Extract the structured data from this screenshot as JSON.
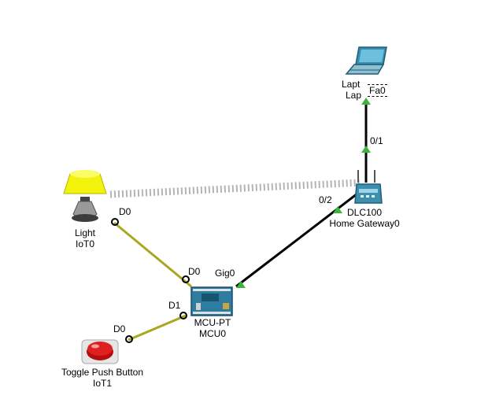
{
  "devices": {
    "laptop": {
      "name_line1": "Lapt",
      "name_line2": "Lap",
      "icon": "laptop-icon"
    },
    "gateway": {
      "model": "DLC100",
      "name": "Home Gateway0",
      "icon": "home-gateway-icon"
    },
    "light": {
      "model": "Light",
      "name": "IoT0",
      "icon": "lamp-icon"
    },
    "mcu": {
      "model": "MCU-PT",
      "name": "MCU0",
      "icon": "mcu-board-icon"
    },
    "button": {
      "model": "Toggle Push Button",
      "name": "IoT1",
      "icon": "push-button-icon"
    }
  },
  "ports": {
    "laptop_fa0": "Fa0",
    "gateway_01": "0/1",
    "gateway_02": "0/2",
    "mcu_gig0": "Gig0",
    "mcu_d0": "D0",
    "mcu_d1": "D1",
    "light_d0": "D0",
    "button_d0": "D0"
  },
  "colors": {
    "ethernet_link": "#000000",
    "iot_link": "#a8a820",
    "wireless_link": "#b0b0b0",
    "link_up": "#3cb43c"
  }
}
